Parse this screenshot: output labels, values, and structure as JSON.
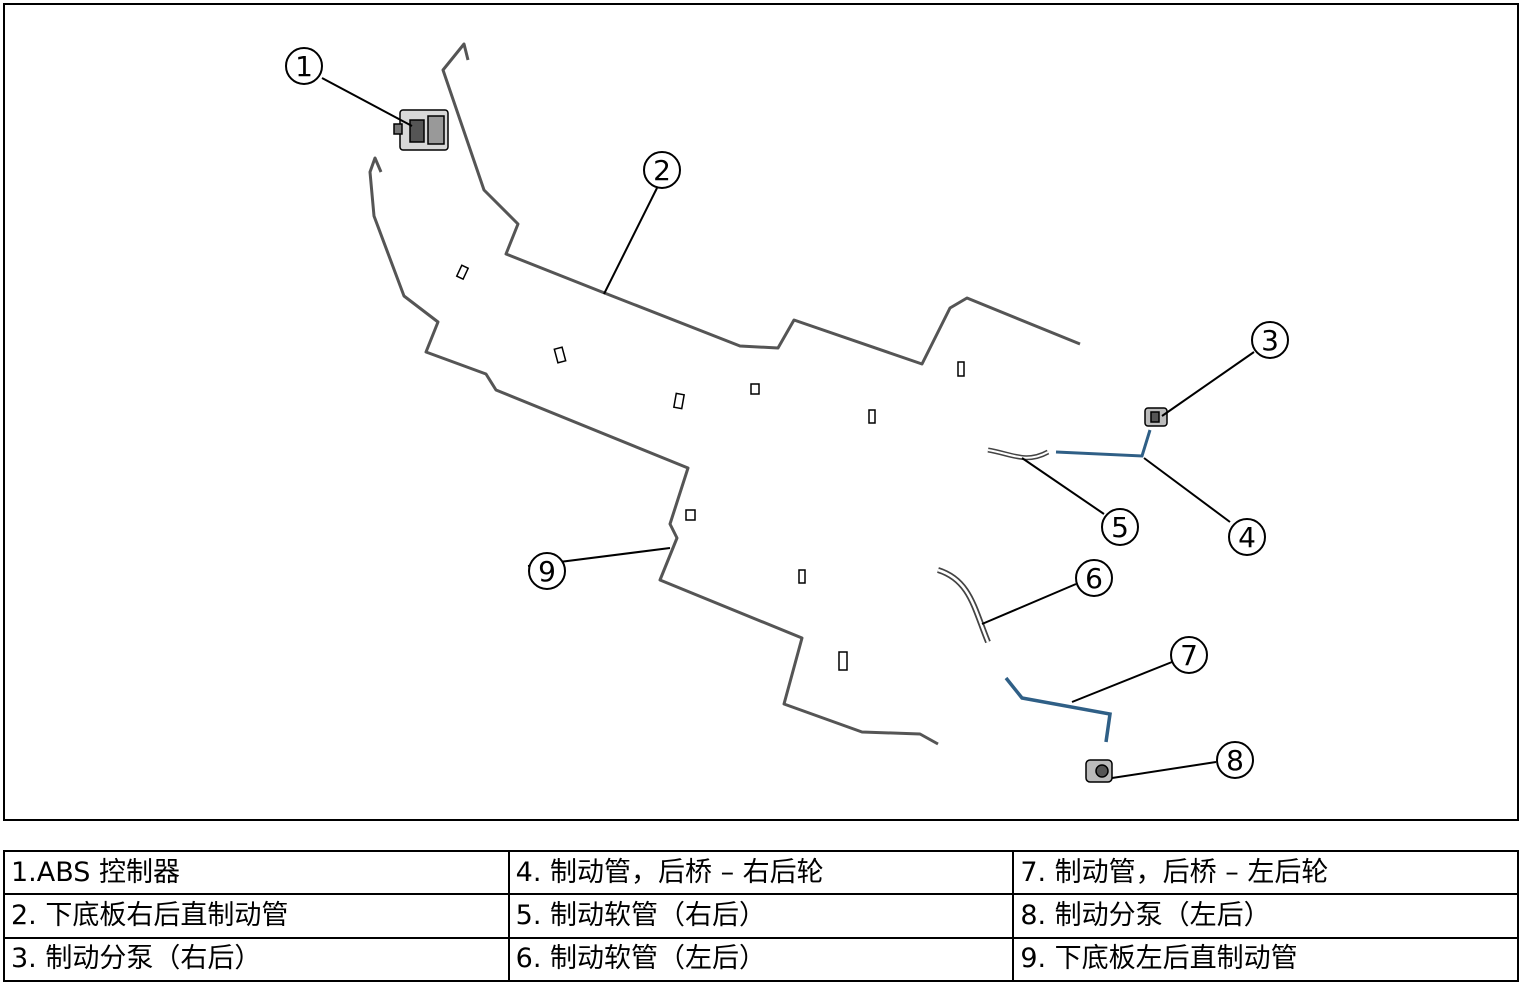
{
  "callouts": [
    "1",
    "2",
    "3",
    "4",
    "5",
    "6",
    "7",
    "8",
    "9"
  ],
  "legend": {
    "rows": [
      [
        "1.ABS 控制器",
        "4. 制动管，后桥 – 右后轮",
        "7. 制动管，后桥 – 左后轮"
      ],
      [
        "2. 下底板右后直制动管",
        "5. 制动软管（右后）",
        "8. 制动分泵（左后）"
      ],
      [
        "3. 制动分泵（右后）",
        "6. 制动软管（左后）",
        "9. 下底板左后直制动管"
      ]
    ]
  },
  "colors": {
    "line": "#000000",
    "pipe": "#555555",
    "blue_pipe": "#2f5f86",
    "border": "#000000"
  }
}
